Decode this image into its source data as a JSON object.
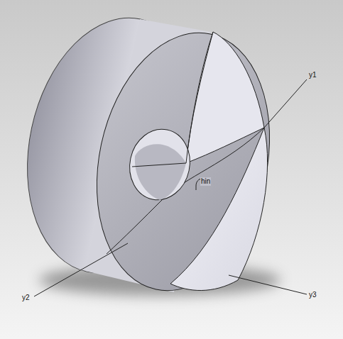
{
  "diagram": {
    "labels": [
      "y1",
      "y2",
      "y3",
      "hin"
    ]
  }
}
